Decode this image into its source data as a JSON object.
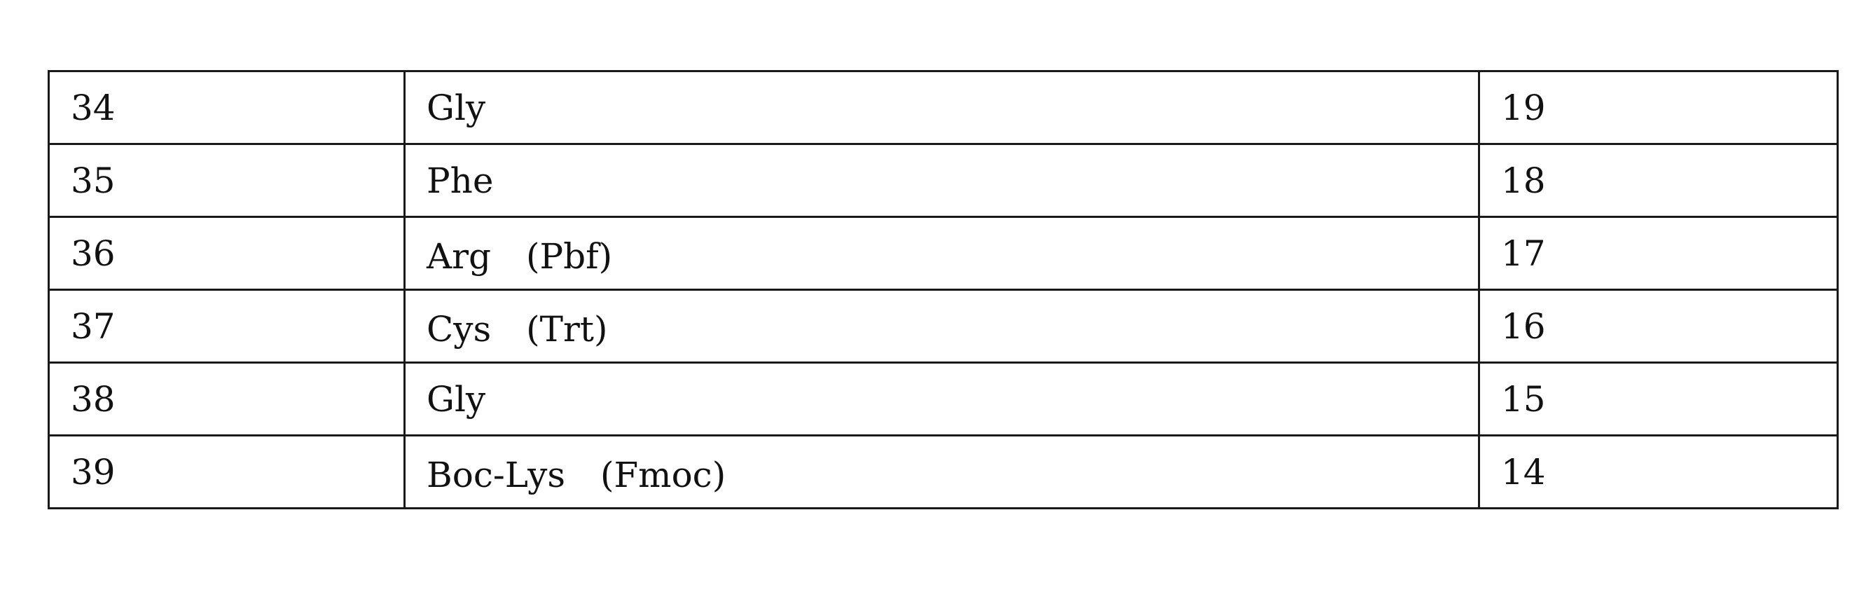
{
  "table": {
    "rows": [
      {
        "id": "34",
        "residue": "Gly",
        "position": "19"
      },
      {
        "id": "35",
        "residue": "Phe",
        "position": "18"
      },
      {
        "id": "36",
        "residue": "Arg　(Pbf)",
        "position": "17"
      },
      {
        "id": "37",
        "residue": "Cys　(Trt)",
        "position": "16"
      },
      {
        "id": "38",
        "residue": "Gly",
        "position": "15"
      },
      {
        "id": "39",
        "residue": "Boc-Lys　(Fmoc)",
        "position": "14"
      }
    ]
  }
}
